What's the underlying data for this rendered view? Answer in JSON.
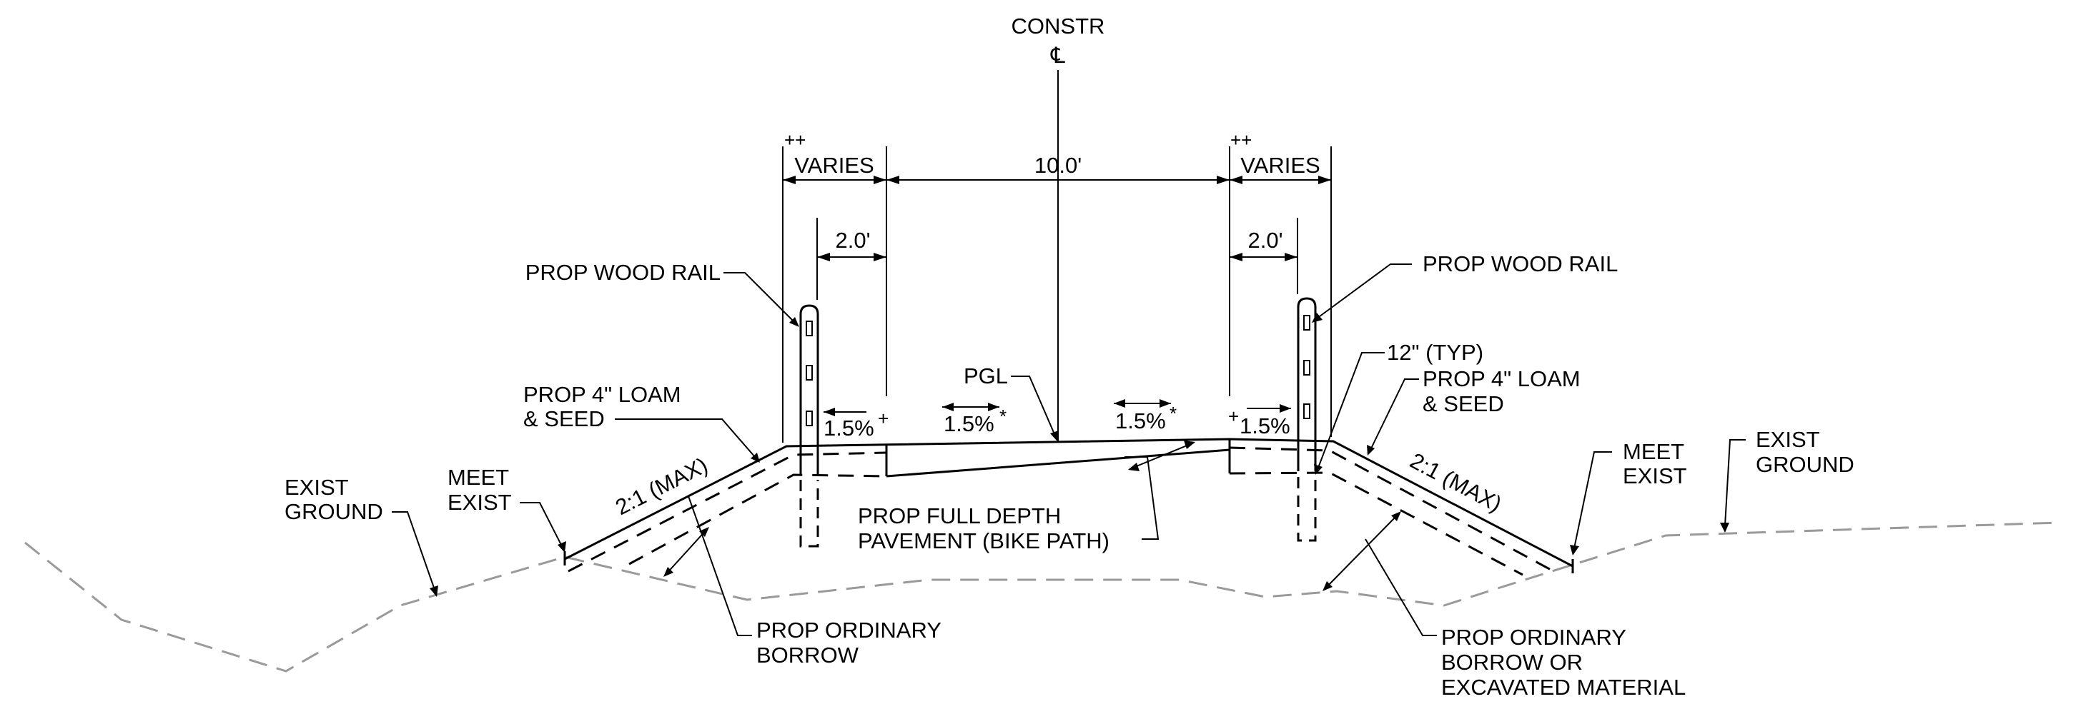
{
  "centerline": {
    "label_constr": "CONSTR",
    "label_cl": "℄"
  },
  "dimensions": {
    "varies_left": "VARIES",
    "varies_right": "VARIES",
    "path_width": "10.0'",
    "offset_left": "2.0'",
    "offset_right": "2.0'",
    "plus_plus_left": "++",
    "plus_plus_right": "++"
  },
  "slopes": {
    "shoulder_left": "1.5%",
    "shoulder_left_mark": "+",
    "lane_left": "1.5%",
    "lane_left_mark": "*",
    "lane_right": "1.5%",
    "lane_right_mark": "*",
    "shoulder_right": "1.5%",
    "shoulder_right_mark": "+",
    "embankment_left": "2:1 (MAX)",
    "embankment_right": "2:1 (MAX)"
  },
  "callouts": {
    "wood_rail_left": "PROP WOOD RAIL",
    "wood_rail_right": "PROP WOOD RAIL",
    "loam_left_line1": "PROP 4\" LOAM",
    "loam_left_line2": "& SEED",
    "loam_right_line1": "PROP 4\" LOAM",
    "loam_right_line2": "& SEED",
    "typ_12": "12\" (TYP)",
    "pgl": "PGL",
    "ground_left_line1": "EXIST",
    "ground_left_line2": "GROUND",
    "ground_right_line1": "EXIST",
    "ground_right_line2": "GROUND",
    "meet_left_line1": "MEET",
    "meet_left_line2": "EXIST",
    "meet_right_line1": "MEET",
    "meet_right_line2": "EXIST",
    "pavement_line1": "PROP FULL DEPTH",
    "pavement_line2": "PAVEMENT (BIKE PATH)",
    "borrow_left_line1": "PROP ORDINARY",
    "borrow_left_line2": "BORROW",
    "borrow_right_line1": "PROP ORDINARY",
    "borrow_right_line2": "BORROW OR",
    "borrow_right_line3": "EXCAVATED MATERIAL"
  },
  "colors": {
    "linework": "#000000",
    "existing_ground": "#9a9a9a",
    "background": "#ffffff"
  }
}
